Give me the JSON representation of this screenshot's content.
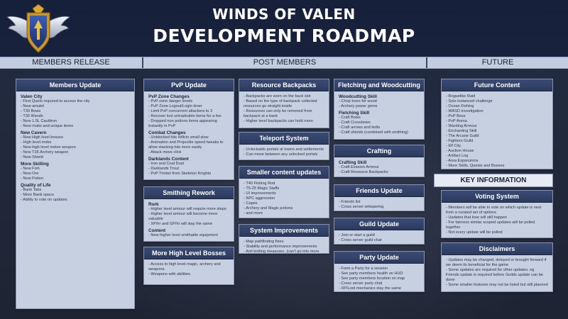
{
  "title": {
    "line1": "WINDS OF VALEN",
    "line2": "DEVELOPMENT ROADMAP"
  },
  "columns": {
    "members_release": "MEMBERS RELEASE",
    "post_members": "POST MEMBERS",
    "future": "FUTURE"
  },
  "key_information": "KEY INFORMATION",
  "colors": {
    "panel_header": "#2c3a5e",
    "panel_body": "#c7d0e1",
    "bar": "#c3cde0"
  },
  "panels": {
    "members_update": {
      "title": "Members Update",
      "sections": [
        {
          "heading": "Valen City",
          "items": [
            "- First Quest required to access the city",
            "- New amulet",
            "- T30 Bows",
            "- T30 Wands",
            "- New 1.5L Cauldron",
            "- New mobs and unique items"
          ]
        },
        {
          "heading": "New Cavern",
          "items": [
            "- New High level bosses",
            "- High level mobs",
            "- New high level melee weapon",
            "- New T35 Archery weapon",
            "- New Shield"
          ]
        },
        {
          "heading": "More Skilling",
          "items": [
            "- New Fish",
            "- New Ore",
            "- New Potion"
          ]
        },
        {
          "heading": "Quality of Life",
          "items": [
            "- Bank Tabs",
            "- More Bank space",
            "- Ability to vote on updates"
          ]
        }
      ]
    },
    "pvp_update": {
      "title": "PvP Update",
      "sections": [
        {
          "heading": "PvP Zone Changes",
          "items": [
            "- PvP zone danger levels",
            "- PvP Zone Logout/Login timer",
            "- Limit PvP concurrent attackers to 3",
            "- Recover lost untradeable items for a fee",
            "- Dropped non potions items appearing instantly in PvP"
          ]
        },
        {
          "heading": "Combat Changes",
          "items": [
            "- Unblocked hits inflicts small slow",
            "- Animation and Projectile speed tweaks to allow stacking hits more easily",
            "- Attack move click"
          ]
        },
        {
          "heading": "Darklands Content",
          "items": [
            "- Iron and Coal Dust",
            "- Darklands Trout",
            "- PvP Trinket from Skeleton Knights"
          ]
        }
      ]
    },
    "smithing_rework": {
      "title": "Smithing Rework",
      "sections": [
        {
          "heading": "Rork",
          "items": [
            "- Higher level armour will require more steps",
            "- Higher level armour will become more valuable",
            "- XP/hr and GP/hr will stay the same"
          ]
        },
        {
          "heading": "Content",
          "items": [
            "- New higher level smithable equipment"
          ]
        }
      ]
    },
    "more_high_level_bosses": {
      "title": "More High Level Bosses",
      "sections": [
        {
          "heading": "",
          "items": [
            "- Access to high level magic, archery and weapons.",
            "- Weapons with abilities."
          ]
        }
      ]
    },
    "resource_backpacks": {
      "title": "Resource Backpacks",
      "sections": [
        {
          "heading": "",
          "items": [
            "- Backpacks are worn on the back slot",
            "- Based on the type of backpack collected resources go straight inside",
            "- Resources can only be removed from backpack at a bank",
            "- Higher level backpacks can hold more"
          ]
        }
      ]
    },
    "teleport_system": {
      "title": "Teleport System",
      "sections": [
        {
          "heading": "",
          "items": [
            "- Unlockable portals at towns and settlements",
            "- Can move between any unlocked portals"
          ]
        }
      ]
    },
    "smaller_content_updates": {
      "title": "Smaller content updates",
      "sections": [
        {
          "heading": "",
          "items": [
            "- T40 Fishing Rod",
            "- T5-25 Magic Staffs",
            "- UI improvements",
            "- NPC aggression",
            "- Capes",
            "- Archery and Magic potions",
            "- and more"
          ]
        }
      ]
    },
    "system_improvements": {
      "title": "System Improvements",
      "sections": [
        {
          "heading": "",
          "items": [
            "- Map pathfinding fixes",
            "- Stability and performance improvements",
            "- Anti botting measures. (can't go into more detail unfortunely)"
          ]
        }
      ]
    },
    "fletching_woodcutting": {
      "title": "Fletching and Woodcutting",
      "sections": [
        {
          "heading": "Woodcutting Skill",
          "items": [
            "- Chop trees for wood",
            "- Archery power gems"
          ]
        },
        {
          "heading": "Fletching Skill",
          "items": [
            "- Craft Bows",
            "- Craft Crossbows",
            "- Craft arrows and bolts",
            "- Craft shields (combined with smithing)"
          ]
        }
      ]
    },
    "crafting": {
      "title": "Crafting",
      "sections": [
        {
          "heading": "Crafting Skill",
          "items": [
            "- Craft Evasion Armour",
            "- Craft Resource Backpacks"
          ]
        }
      ]
    },
    "friends_update": {
      "title": "Friends Update",
      "sections": [
        {
          "heading": "",
          "items": [
            "- Friends list",
            "- Cross server whispering"
          ]
        }
      ]
    },
    "guild_update": {
      "title": "Guild Update",
      "sections": [
        {
          "heading": "",
          "items": [
            "- Join or start a guild",
            "- Cross server guild chat"
          ]
        }
      ]
    },
    "party_update": {
      "title": "Party Update",
      "sections": [
        {
          "heading": "",
          "items": [
            "- Form a Party for a session",
            "- See party members health on HUD",
            "- See party members location on map",
            "- Cross server party chat",
            "- XP/Loot mechanics stay the same"
          ]
        }
      ]
    },
    "future_content": {
      "title": "Future Content",
      "sections": [
        {
          "heading": "",
          "items": [
            "- Roguelike Raid",
            "- Solo instanced challenge",
            "- Ocean Fishing",
            "- WASD investigation",
            "- PvP Boss",
            "- PvP Arena",
            "- Warding Armour",
            "- Enchanting Skill",
            "- The Arcane Guild",
            "- Fighters Guild",
            "- Elf City",
            "- Auction House",
            "- Artifact Log",
            "- Area Expansions",
            "- More Skills, Quests and Bosses"
          ]
        }
      ]
    },
    "voting_system": {
      "title": "Voting System",
      "sections": [
        {
          "heading": "",
          "items": [
            "- Members will be able to vote on which update is next from a curated set of options",
            "- Updates that lose will still happen",
            "- For fairness similar scoped updates will be polled together",
            "- Not every update will be polled"
          ]
        }
      ]
    },
    "disclaimers": {
      "title": "Disclaimers",
      "sections": [
        {
          "heading": "",
          "items": [
            "- Updates may be changed, delayed or brought forward if we deem its beneficial for the game",
            "- Some updates are required for other updates. eg Friends update is required before Guilds update can be done",
            "- Some smaller features may not be listed but still planned"
          ]
        }
      ]
    }
  }
}
